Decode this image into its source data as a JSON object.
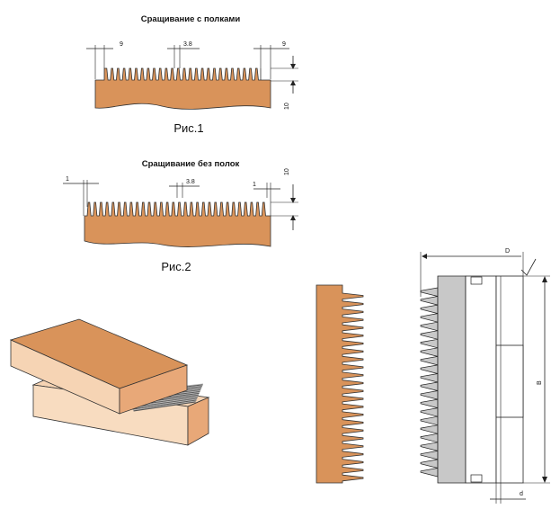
{
  "fig1": {
    "title": "Сращивание с полками",
    "caption": "Рис.1",
    "dims": {
      "left_shelf": "9",
      "pitch": "3.8",
      "right_shelf": "9",
      "depth": "10"
    }
  },
  "fig2": {
    "title": "Сращивание без полок",
    "caption": "Рис.2",
    "dims": {
      "left_shelf": "1",
      "pitch": "3.8",
      "right_shelf": "1",
      "depth": "10"
    }
  },
  "cutter": {
    "dims": {
      "diameter": "D",
      "height": "B",
      "bore": "d"
    }
  },
  "colors": {
    "wood": "#d9935a",
    "wood_light": "#f6d4b4",
    "wood_side": "#e8a878",
    "steel": "#c8c8c8",
    "outline": "#222222"
  }
}
